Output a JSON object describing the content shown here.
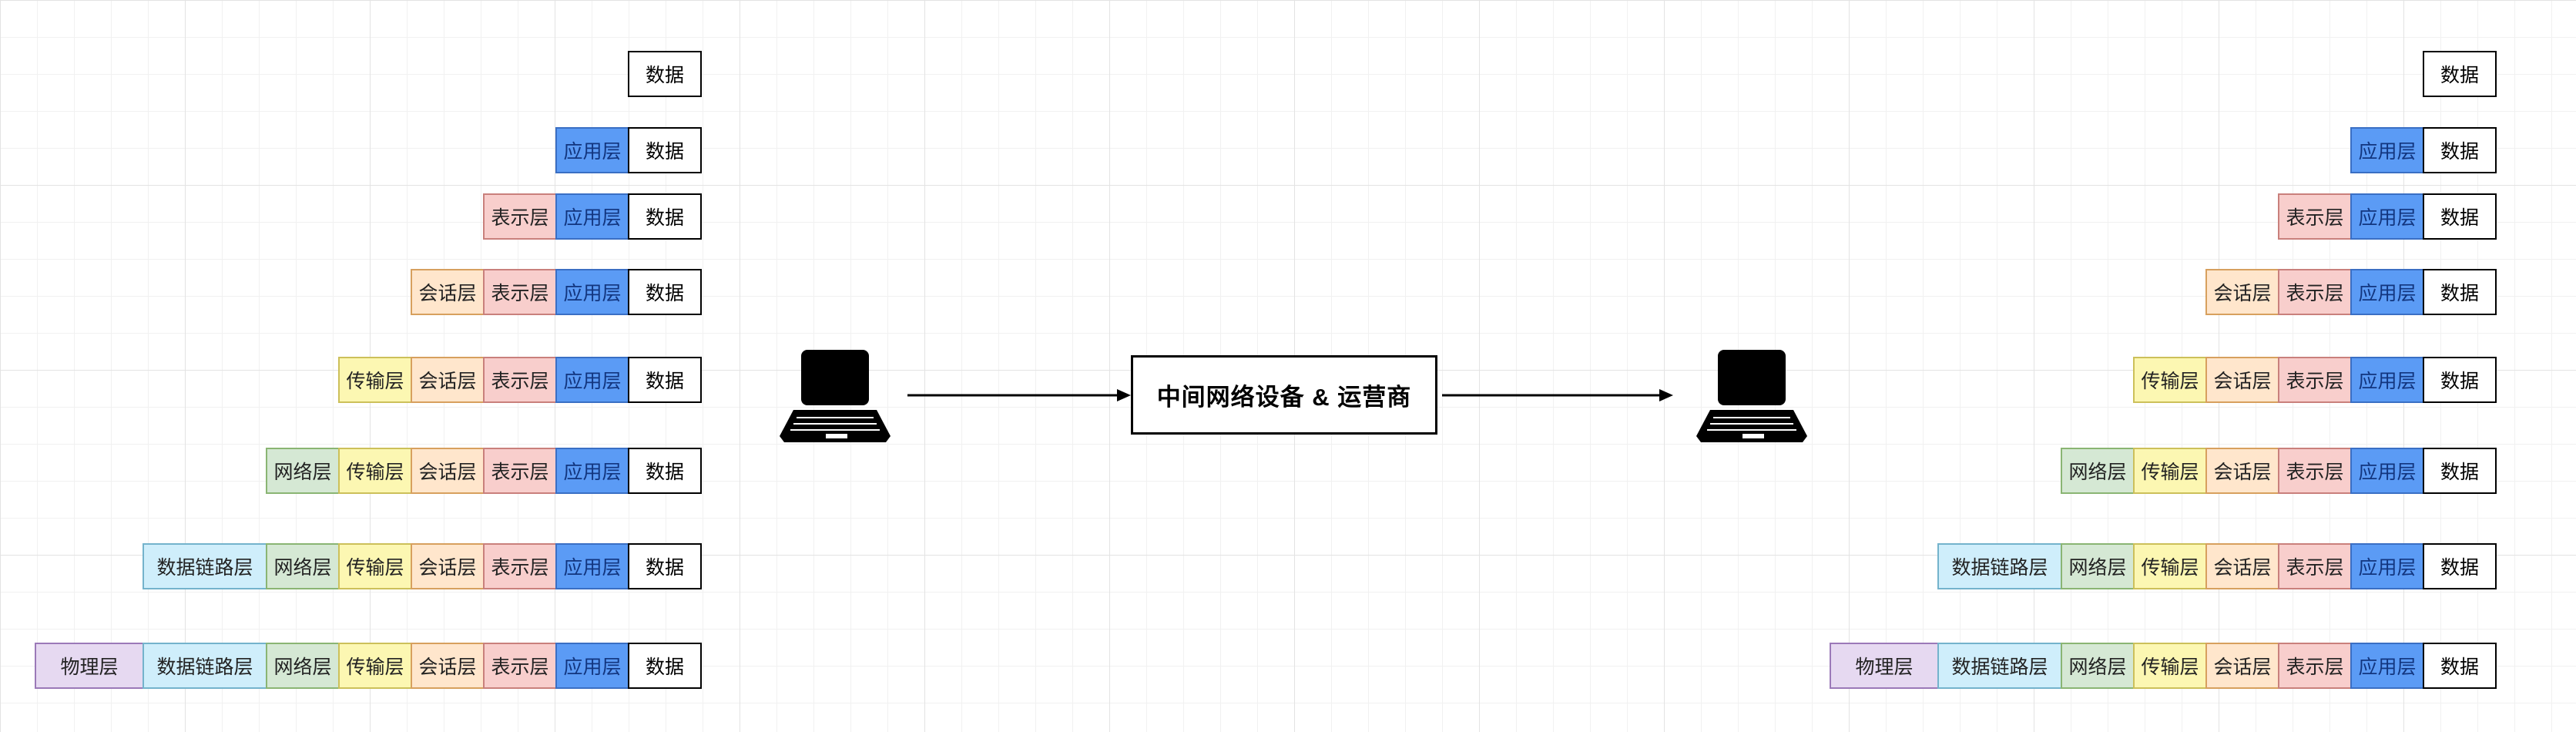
{
  "center": {
    "label": "中间网络设备 & 运营商"
  },
  "encapsulation": {
    "data_label": "数据",
    "layers": [
      {
        "key": "application",
        "label": "应用层",
        "fill": "#5b9bf5",
        "border": "#3a6fc4",
        "text_color": "#12357e"
      },
      {
        "key": "presentation",
        "label": "表示层",
        "fill": "#f8cecc",
        "border": "#c9807c",
        "text_color": "#222222"
      },
      {
        "key": "session",
        "label": "会话层",
        "fill": "#ffe6cc",
        "border": "#d7a05e",
        "text_color": "#222222"
      },
      {
        "key": "transport",
        "label": "传输层",
        "fill": "#fcf7b2",
        "border": "#ccc05a",
        "text_color": "#222222"
      },
      {
        "key": "network",
        "label": "网络层",
        "fill": "#d5e8d4",
        "border": "#8ab573",
        "text_color": "#222222"
      },
      {
        "key": "datalink",
        "label": "数据链路层",
        "fill": "#cfeefb",
        "border": "#74b3cc",
        "text_color": "#222222"
      },
      {
        "key": "physical",
        "label": "物理层",
        "fill": "#e6d9f1",
        "border": "#9b79b8",
        "text_color": "#222222"
      }
    ]
  },
  "icons": {
    "left_device": "laptop-icon",
    "right_device": "laptop-icon"
  }
}
